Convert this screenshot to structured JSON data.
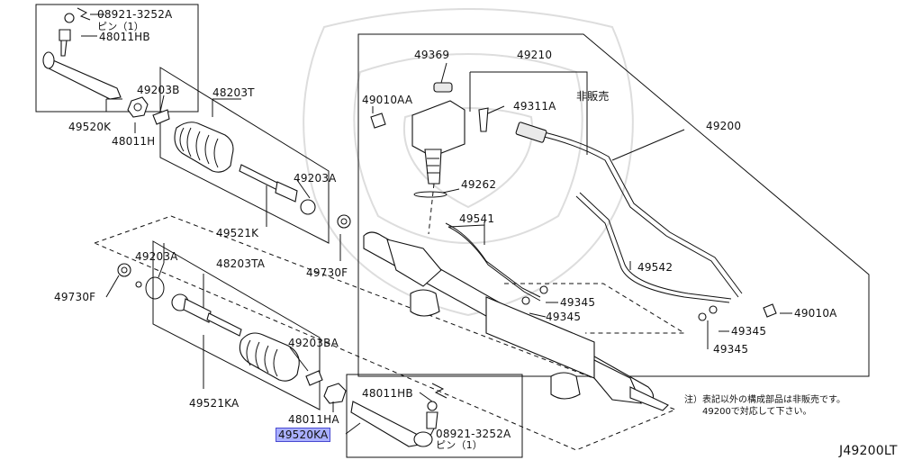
{
  "diagram_id": "J49200LT",
  "labels": {
    "p08921_top": "08921-3252A",
    "pin_top": "ピン（1）",
    "p48011HB_top": "48011HB",
    "p49520K": "49520K",
    "p49203B": "49203B",
    "p48011H": "48011H",
    "p48203T": "48203T",
    "p49203A_top": "49203A",
    "p49521K": "49521K",
    "p49730F_right": "49730F",
    "p49369": "49369",
    "p49210": "49210",
    "p49010AA": "49010AA",
    "p49311A": "49311A",
    "hihanbai": "非販売",
    "p49200": "49200",
    "p49262": "49262",
    "p49541": "49541",
    "p49542": "49542",
    "p49345_a": "49345",
    "p49345_b": "49345",
    "p49345_c": "49345",
    "p49345_d": "49345",
    "p49010A": "49010A",
    "p49203A_bot": "49203A",
    "p48203TA": "48203TA",
    "p49730F_left": "49730F",
    "p49203BA": "49203BA",
    "p49521KA": "49521KA",
    "p48011HA": "48011HA",
    "p49520KA": "49520KA",
    "p48011HB_bot": "48011HB",
    "p08921_bot": "08921-3252A",
    "pin_bot": "ピン（1）"
  },
  "note": {
    "line1": "注）表記以外の構成部品は非販売です。",
    "line2": "49200で対応して下さい。"
  }
}
